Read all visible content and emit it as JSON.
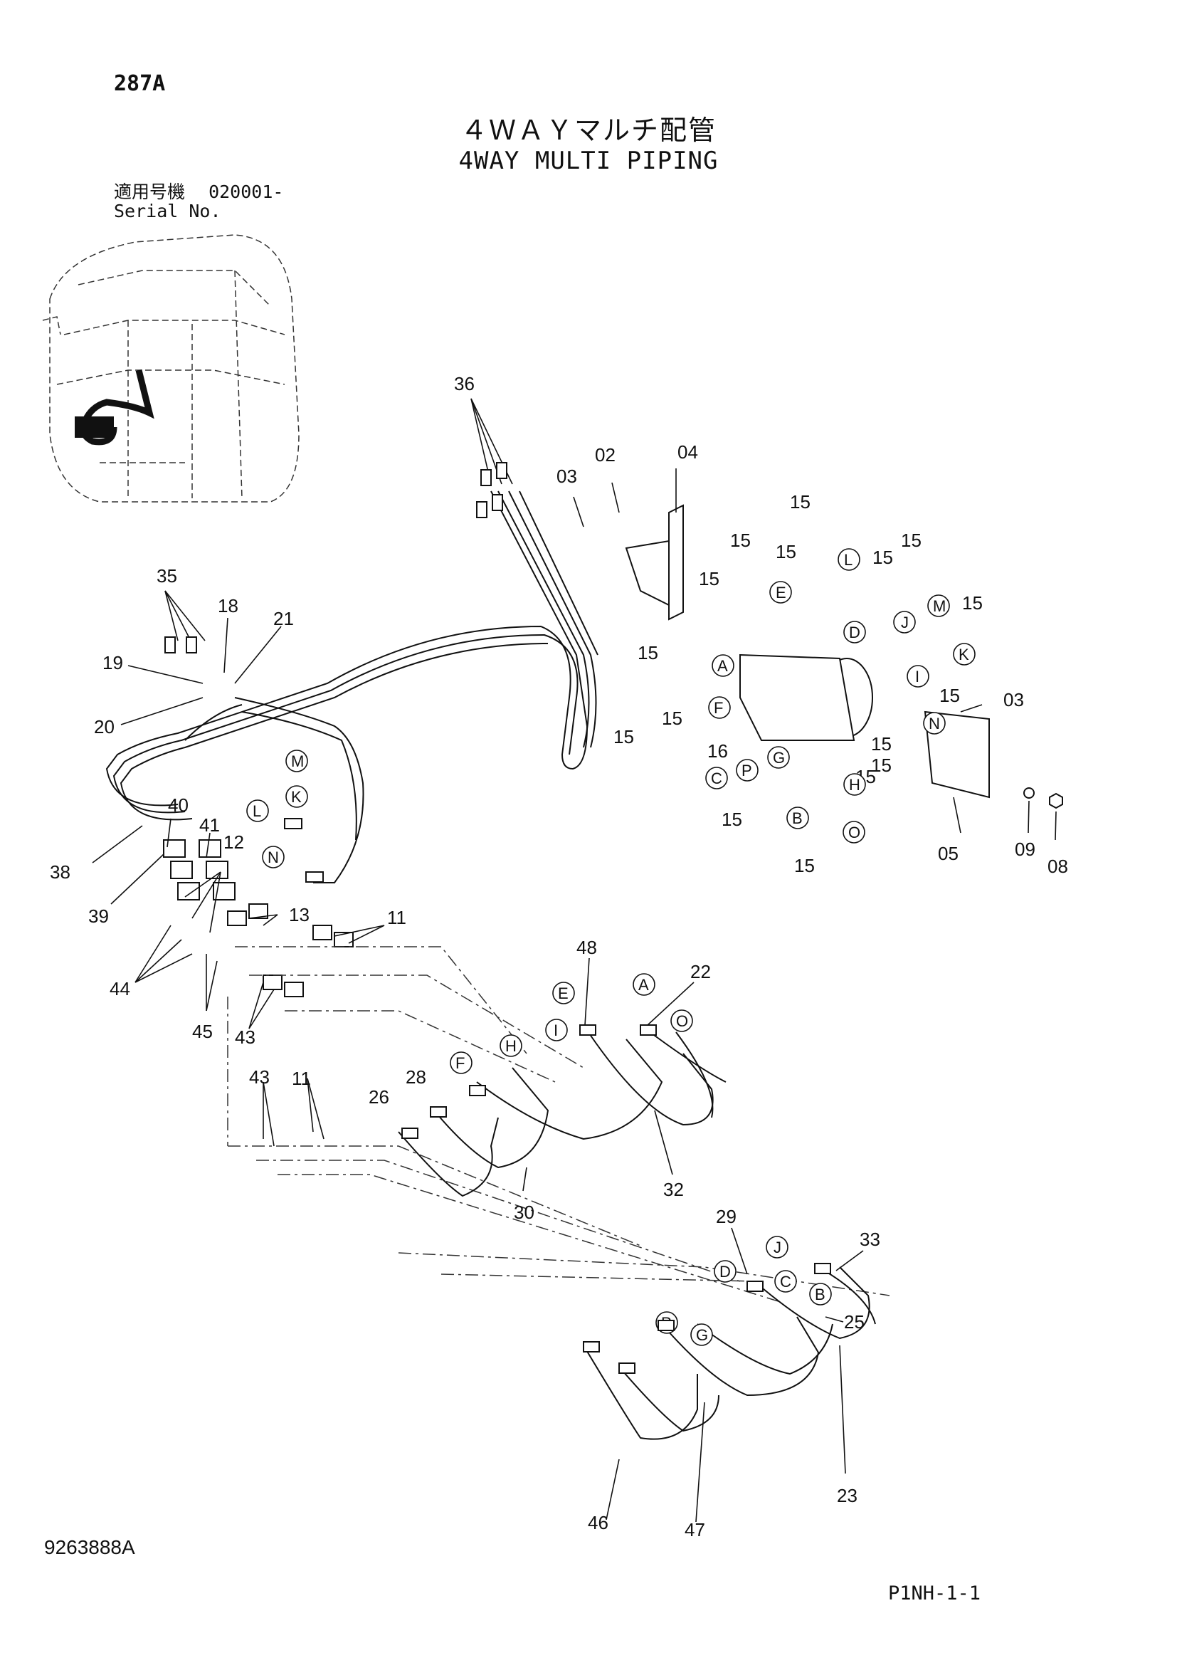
{
  "header": {
    "sheet_id": "287A",
    "title_ja": "４ＷＡＹマルチ配管",
    "title_en": "4WAY MULTI PIPING",
    "serial_label_ja": "適用号機",
    "serial_label_en": "Serial No.",
    "serial_value": "020001-"
  },
  "footer": {
    "doc_number": "9263888A",
    "page_code": "P1NH-1-1"
  },
  "callouts": {
    "c02": "02",
    "c03a": "03",
    "c03b": "03",
    "c04": "04",
    "c05": "05",
    "c08": "08",
    "c09": "09",
    "c11a": "11",
    "c11b": "11",
    "c12": "12",
    "c13": "13",
    "c15a": "15",
    "c15b": "15",
    "c15c": "15",
    "c15d": "15",
    "c15e": "15",
    "c15f": "15",
    "c15g": "15",
    "c15h": "15",
    "c15i": "15",
    "c15j": "15",
    "c15k": "15",
    "c15l": "15",
    "c15m": "15",
    "c15n": "15",
    "c15o": "15",
    "c15p": "15",
    "c16": "16",
    "c18": "18",
    "c19": "19",
    "c20": "20",
    "c21": "21",
    "c22": "22",
    "c23": "23",
    "c25": "25",
    "c26": "26",
    "c28": "28",
    "c29": "29",
    "c30": "30",
    "c32": "32",
    "c33": "33",
    "c35": "35",
    "c36": "36",
    "c38": "38",
    "c39": "39",
    "c40": "40",
    "c41": "41",
    "c43a": "43",
    "c43b": "43",
    "c44": "44",
    "c45": "45",
    "c46": "46",
    "c47": "47",
    "c48": "48"
  },
  "port_letters": {
    "A1": "A",
    "B1": "B",
    "C1": "C",
    "D1": "D",
    "E1": "E",
    "F1": "F",
    "G1": "G",
    "H1": "H",
    "I1": "I",
    "J1": "J",
    "K1": "K",
    "L1": "L",
    "M1": "M",
    "N1": "N",
    "O1": "O",
    "P1": "P",
    "K2": "K",
    "L2": "L",
    "M2": "M",
    "N2": "N",
    "A2": "A",
    "E2": "E",
    "I2": "I",
    "H2": "H",
    "F2": "F",
    "O2": "O",
    "J2": "J",
    "D2": "D",
    "C2": "C",
    "B2": "B",
    "P2": "P",
    "G2": "G"
  }
}
